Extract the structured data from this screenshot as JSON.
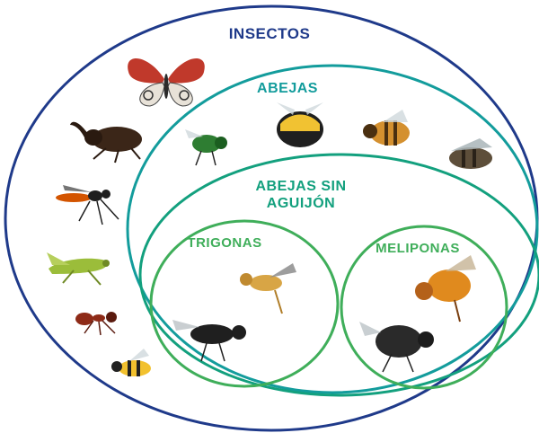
{
  "labels": {
    "insectos": "INSECTOS",
    "abejas": "ABEJAS",
    "abejas_sin_aguijon": "ABEJAS SIN AGUIJÓN",
    "trigonas": "TRIGONAS",
    "meliponas": "MELIPONAS"
  },
  "colors": {
    "insectos_ring": "#1f3a8a",
    "abejas_ring": "#139c9c",
    "sin_aguijon_ring": "#13a07e",
    "inner_rings": "#3fae5a"
  },
  "images": {
    "outer": [
      "butterfly",
      "rhinoceros-beetle",
      "wasp-orange",
      "grasshopper",
      "ant",
      "yellow-jacket"
    ],
    "abejas": [
      "green-bee",
      "bumblebee",
      "honeybee",
      "carpenter-bee"
    ],
    "trigonas": [
      "trigona-bee-orange",
      "trigona-bee-black"
    ],
    "meliponas": [
      "melipona-bee-orange",
      "melipona-bee-dark"
    ]
  }
}
